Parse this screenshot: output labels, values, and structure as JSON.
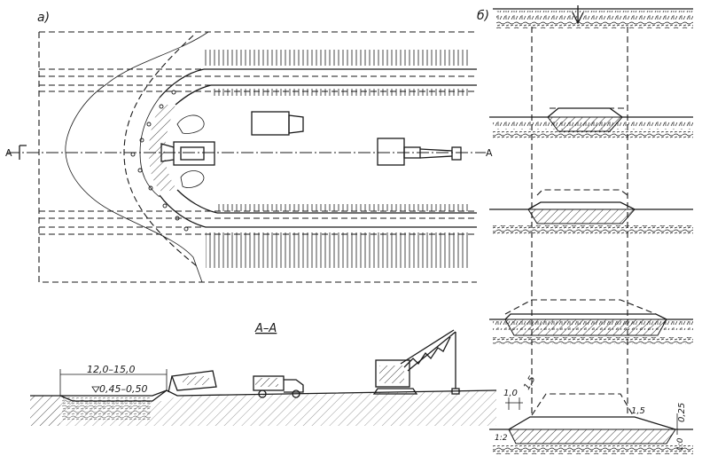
{
  "labels": {
    "panel_a": "а)",
    "panel_b": "б)",
    "section_title": "А–А",
    "cut_left": "А",
    "cut_right": "А",
    "dim_width": "12,0–15,0",
    "dim_depth": "0,45–0,50",
    "dim_10": "1,0",
    "dim_15_left": "1,5",
    "dim_15_right": "1,5",
    "dim_025": "0,25",
    "slope_left": "1:2",
    "slope_right": "1:0"
  }
}
